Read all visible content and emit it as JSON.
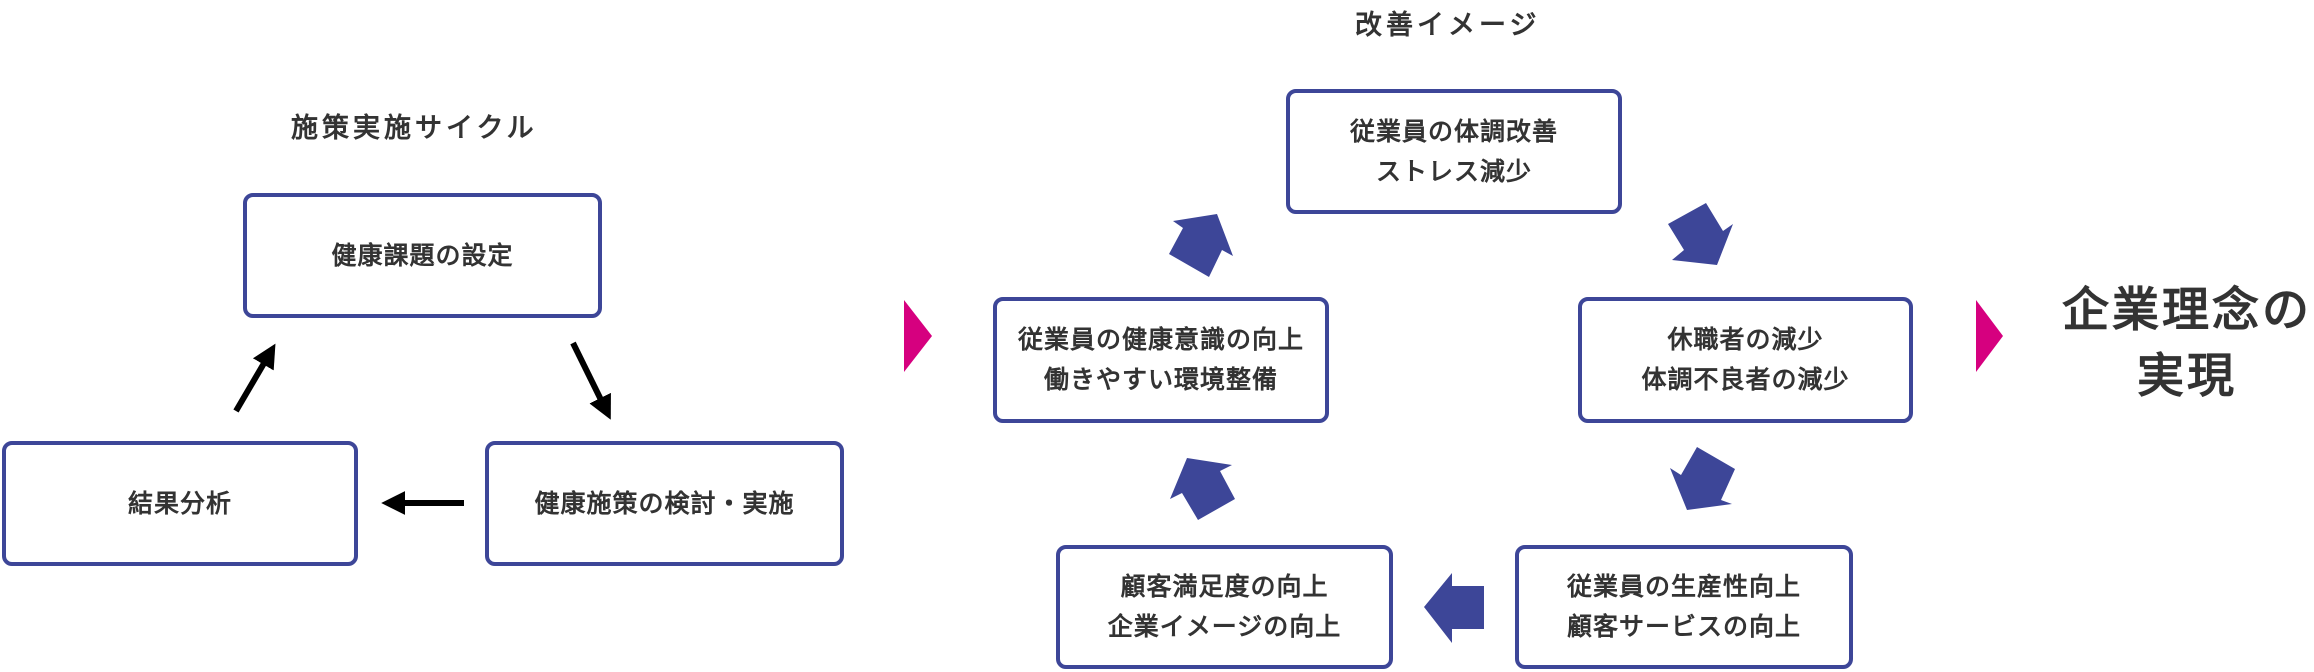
{
  "colors": {
    "box_border": "#3d4698",
    "cycle_arrow": "#3d4698",
    "black_arrow": "#000000",
    "accent_triangle": "#d6007f",
    "text": "#333333"
  },
  "cycle": {
    "title": "施策実施サイクル",
    "steps": [
      {
        "label": "健康課題の設定"
      },
      {
        "label": "健康施策の検討・実施"
      },
      {
        "label": "結果分析"
      }
    ]
  },
  "improvement": {
    "title": "改善イメージ",
    "steps": [
      {
        "lines": [
          "従業員の健康意識の向上",
          "働きやすい環境整備"
        ]
      },
      {
        "lines": [
          "従業員の体調改善",
          "ストレス減少"
        ]
      },
      {
        "lines": [
          "休職者の減少",
          "体調不良者の減少"
        ]
      },
      {
        "lines": [
          "従業員の生産性向上",
          "顧客サービスの向上"
        ]
      },
      {
        "lines": [
          "顧客満足度の向上",
          "企業イメージの向上"
        ]
      }
    ]
  },
  "goal": {
    "lines": [
      "企業理念の",
      "実現"
    ]
  },
  "icons": {
    "cycle_arrows": "thin-black-arrow",
    "improvement_arrows": "thick-blue-arrow",
    "flow_markers": "magenta-triangle"
  }
}
